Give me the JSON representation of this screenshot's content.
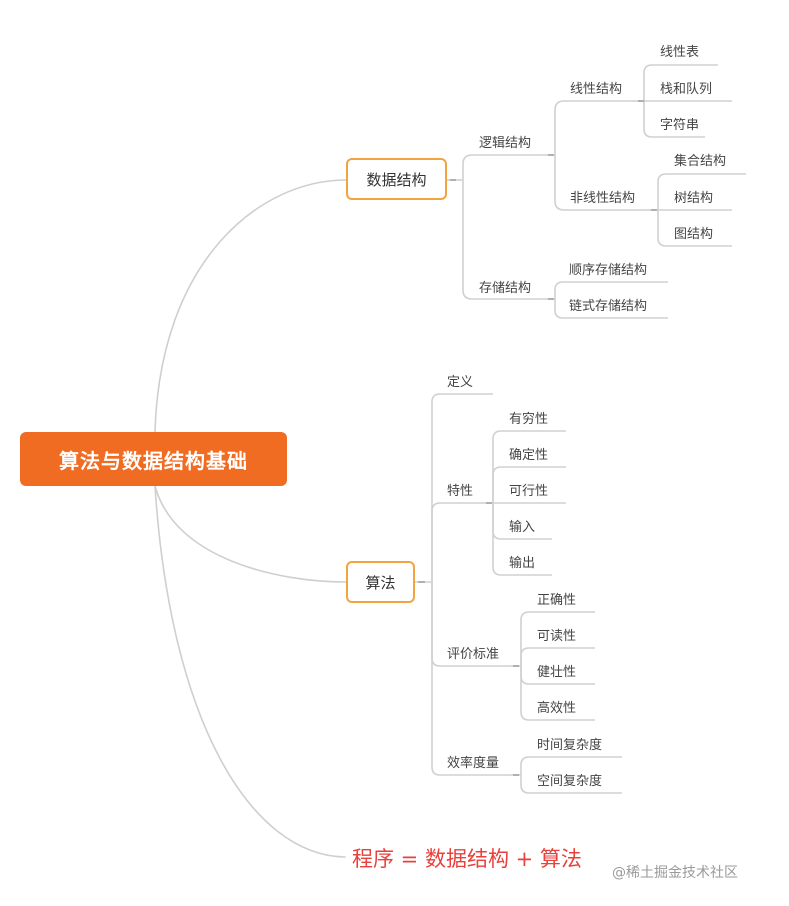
{
  "root": "算法与数据结构基础",
  "data_structure": {
    "title": "数据结构",
    "logical": {
      "title": "逻辑结构",
      "linear": {
        "title": "线性结构",
        "items": [
          "线性表",
          "栈和队列",
          "字符串"
        ]
      },
      "nonlinear": {
        "title": "非线性结构",
        "items": [
          "集合结构",
          "树结构",
          "图结构"
        ]
      }
    },
    "storage": {
      "title": "存储结构",
      "items": [
        "顺序存储结构",
        "链式存储结构"
      ]
    }
  },
  "algorithm": {
    "title": "算法",
    "definition": "定义",
    "characteristics": {
      "title": "特性",
      "items": [
        "有穷性",
        "确定性",
        "可行性",
        "输入",
        "输出"
      ]
    },
    "evaluation": {
      "title": "评价标准",
      "items": [
        "正确性",
        "可读性",
        "健壮性",
        "高效性"
      ]
    },
    "efficiency": {
      "title": "效率度量",
      "items": [
        "时间复杂度",
        "空间复杂度"
      ]
    }
  },
  "formula": "程序 = 数据结构 + 算法",
  "watermark": "@稀土掘金技术社区",
  "colors": {
    "root_fill": "#f06c22",
    "box_border": "#f3a33f",
    "formula": "#e8413c"
  }
}
